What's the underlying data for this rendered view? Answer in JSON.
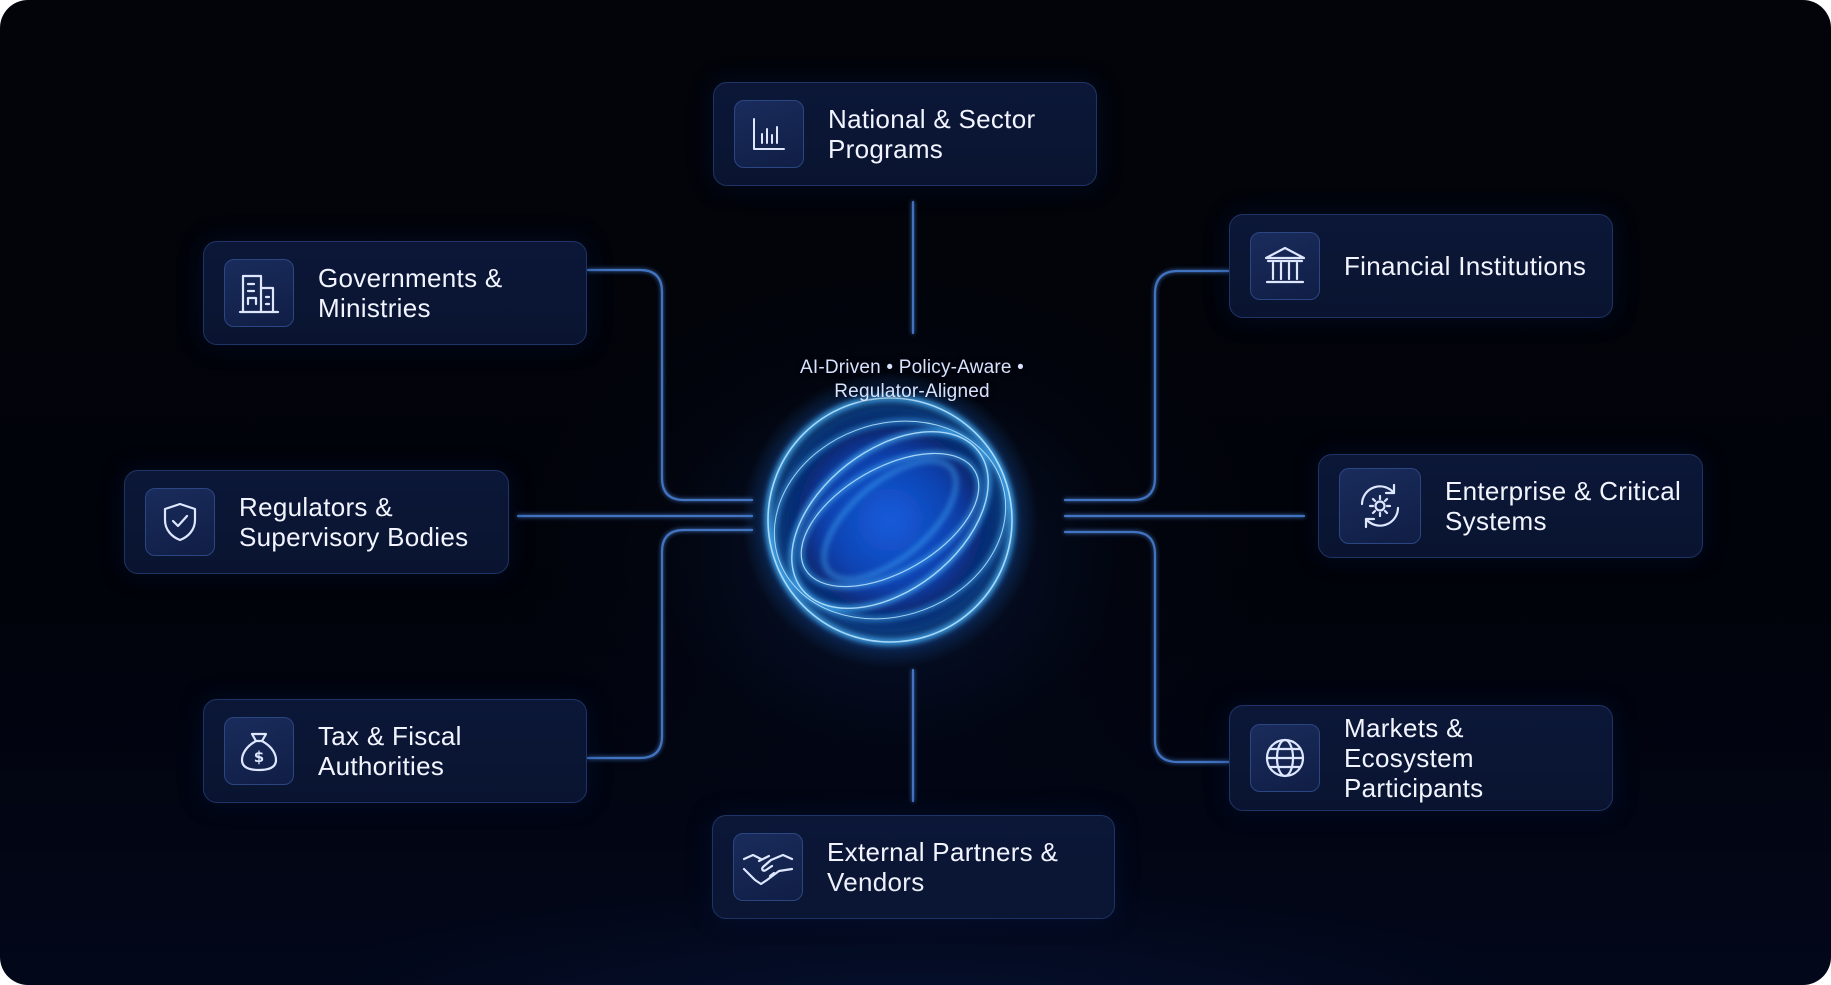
{
  "hub": {
    "caption_line1": "AI-Driven • Policy-Aware •",
    "caption_line2": "Regulator-Aligned"
  },
  "nodes": {
    "national": {
      "label": "National & Sector Programs",
      "icon": "bar-chart-icon"
    },
    "financial": {
      "label": "Financial Institutions",
      "icon": "bank-icon"
    },
    "governments": {
      "label": "Governments & Ministries",
      "icon": "building-icon"
    },
    "regulators": {
      "label": "Regulators & Supervisory Bodies",
      "icon": "shield-check-icon"
    },
    "enterprise": {
      "label": "Enterprise & Critical Systems",
      "icon": "gear-sync-icon"
    },
    "tax": {
      "label": "Tax & Fiscal Authorities",
      "icon": "money-bag-icon"
    },
    "markets": {
      "label": "Markets & Ecosystem Participants",
      "icon": "globe-icon"
    },
    "partners": {
      "label": "External Partners & Vendors",
      "icon": "handshake-icon"
    }
  },
  "colors": {
    "background": "#02040a",
    "card": "#0c1a3e",
    "card_border": "#1f3466",
    "connector": "#3d74c6",
    "orb_glow": "#1f8bff",
    "text": "#f2f5ff"
  }
}
